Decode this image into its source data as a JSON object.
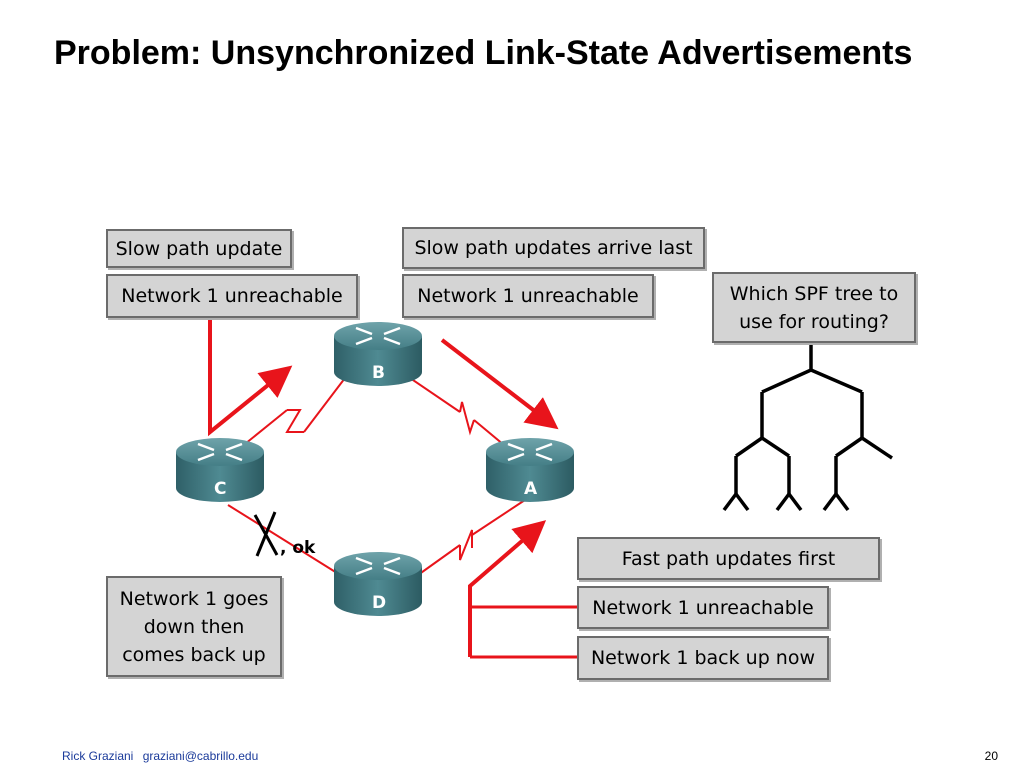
{
  "title": "Problem: Unsynchronized Link-State Advertisements",
  "boxes": {
    "slow_path_update": "Slow path update",
    "network1_unreachable_left": "Network 1 unreachable",
    "slow_path_updates_arrive_last": "Slow path updates arrive last",
    "network1_unreachable_mid": "Network 1 unreachable",
    "which_spf_tree": "Which SPF tree to\nuse for routing?",
    "network1_goes_down": "Network 1 goes\ndown then\ncomes back up",
    "fast_path_updates_first": "Fast path updates first",
    "network1_unreachable_right": "Network 1 unreachable",
    "network1_back_up_now": "Network 1 back up now"
  },
  "routers": {
    "b": "B",
    "c": "C",
    "a": "A",
    "d": "D"
  },
  "link_status": ", ok",
  "footer": {
    "author": "Rick Graziani",
    "email": "graziani@cabrillo.edu",
    "page": "20"
  },
  "colors": {
    "accent_red": "#e8141b",
    "router_teal": "#3f7b83",
    "box_fill": "#d4d4d4",
    "footer_blue": "#1a3a9a"
  }
}
